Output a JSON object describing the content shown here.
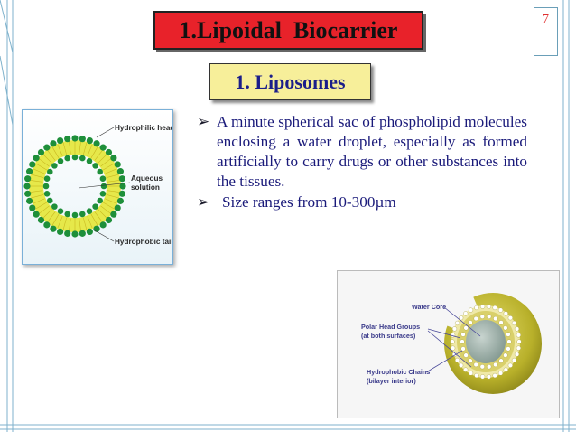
{
  "slide": {
    "title": "1.Lipoidal  Biocarrier",
    "number": "7",
    "subtitle": "1. Liposomes",
    "bullet_glyph": "➢",
    "bullets": [
      "A minute spherical sac of phospholipid molecules enclosing a water droplet, especially as formed artificially to carry drugs or other substances into the tissues.",
      "Size ranges from 10-300µm"
    ]
  },
  "diagram1": {
    "hydrophilic_head": "Hydrophilic head",
    "aqueous_line1": "Aqueous",
    "aqueous_line2": "solution",
    "hydrophobic_tail": "Hydrophobic tail"
  },
  "diagram2": {
    "water_core": "Water Core",
    "polar_line1": "Polar Head Groups",
    "polar_line2": "(at both surfaces)",
    "chains_line1": "Hydrophobic Chains",
    "chains_line2": "(bilayer interior)"
  },
  "colors": {
    "title_bg": "#e8222a",
    "subtitle_bg": "#f7ef9a",
    "text": "#1a1a7a",
    "slide_number": "#e03030",
    "head_green": "#1e8f3a",
    "tail_yellow": "#e6e84a",
    "water_core": "#8fa8a0",
    "shell_olive": "#b8b02a"
  }
}
